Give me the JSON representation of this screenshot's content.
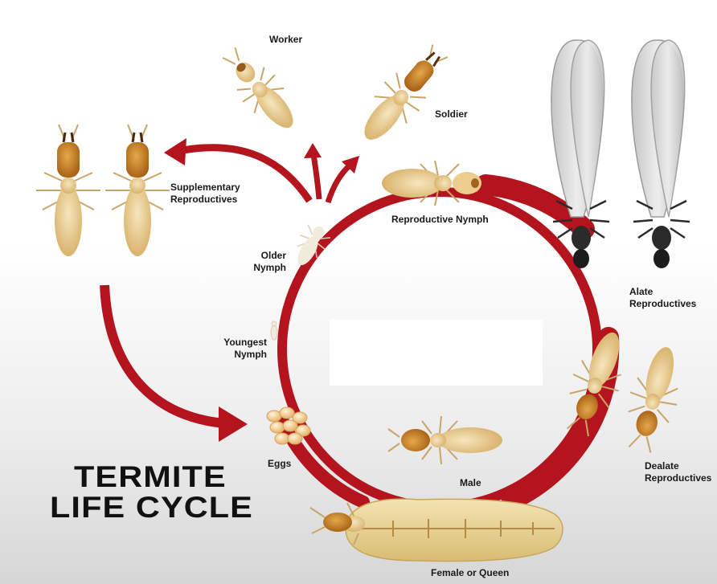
{
  "title": {
    "line1": "TERMITE",
    "line2": "LIFE CYCLE"
  },
  "labels": {
    "worker": "Worker",
    "soldier": "Soldier",
    "supplementary_1": "Supplementary",
    "supplementary_2": "Reproductives",
    "reproductive_nymph": "Reproductive Nymph",
    "older_nymph_1": "Older",
    "older_nymph_2": "Nymph",
    "youngest_nymph_1": "Youngest",
    "youngest_nymph_2": "Nymph",
    "alate_1": "Alate",
    "alate_2": "Reproductives",
    "eggs": "Eggs",
    "male": "Male",
    "dealate_1": "Dealate",
    "dealate_2": "Reproductives",
    "queen": "Female or Queen"
  },
  "colors": {
    "cycle_red": "#b3141e",
    "body_tan": "#e9cf97",
    "head_amber": "#c9862a",
    "wing_gray": "#d4d4d4",
    "alate_dark": "#2b2b2b"
  },
  "icons": [
    "termite-worker-icon",
    "termite-soldier-icon",
    "termite-supplementary-icon",
    "termite-nymph-icon",
    "termite-alate-icon",
    "termite-dealate-icon",
    "termite-male-icon",
    "termite-queen-icon",
    "egg-cluster-icon"
  ]
}
